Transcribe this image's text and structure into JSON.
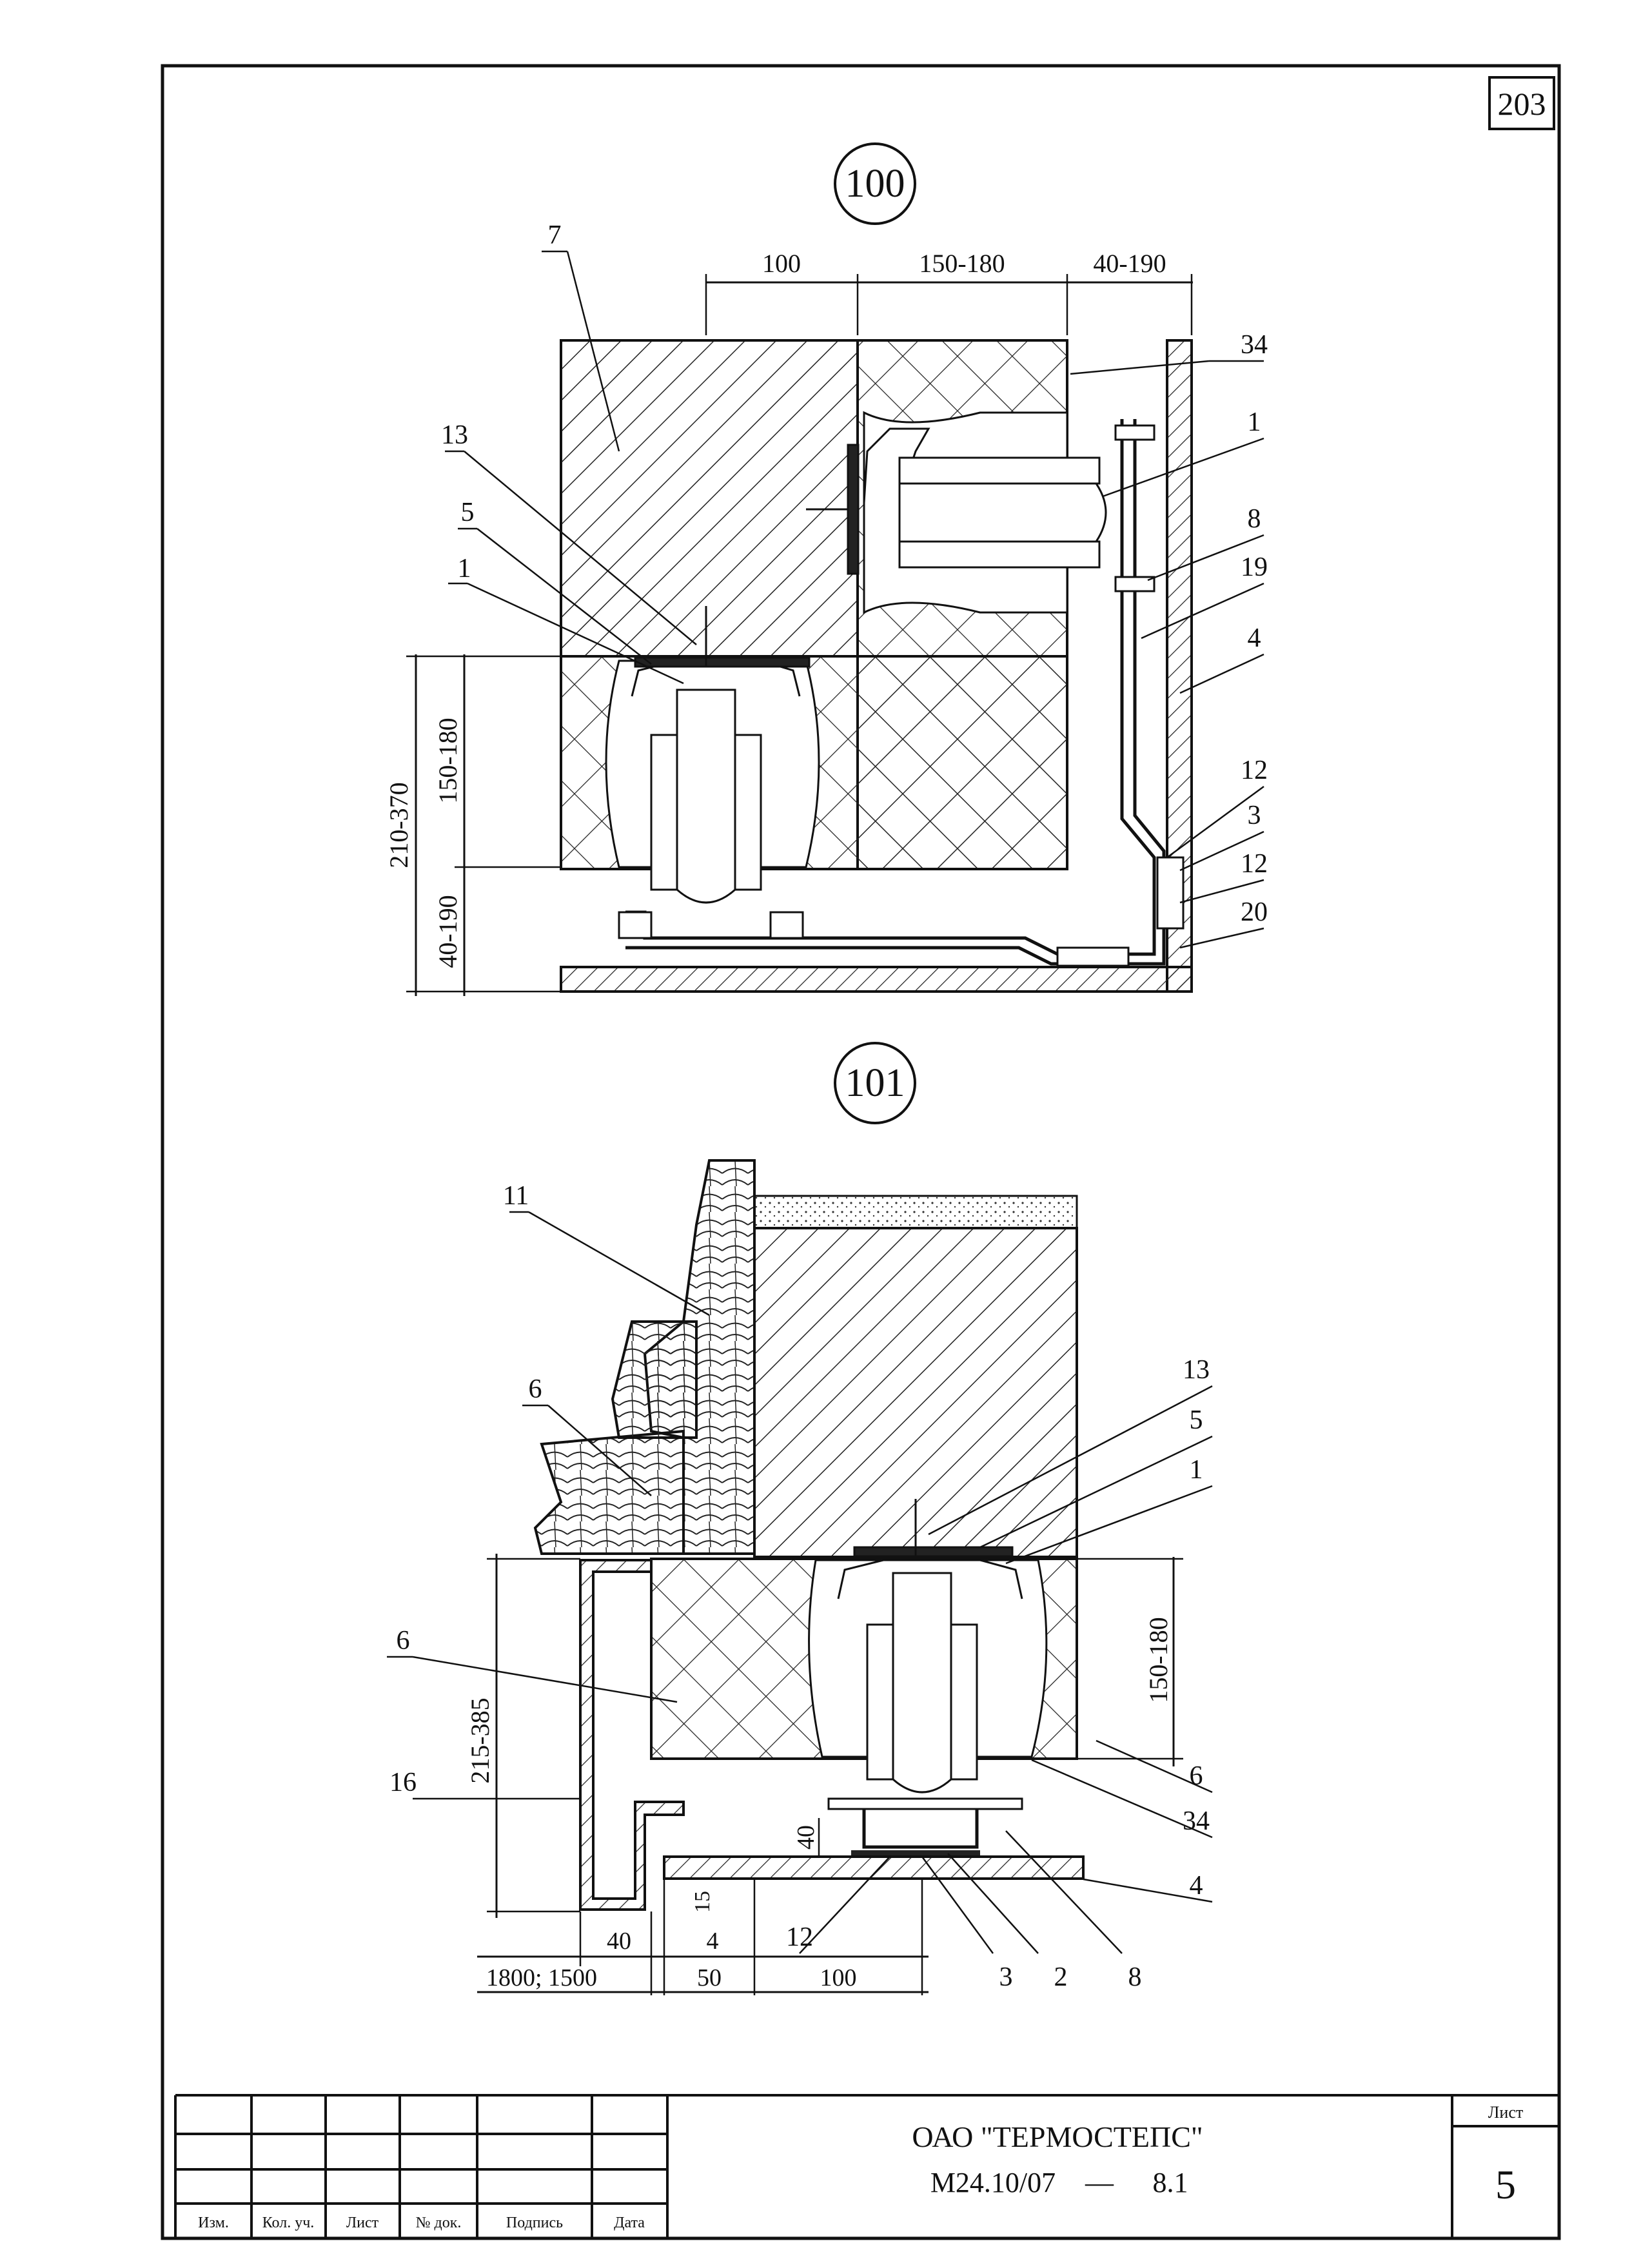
{
  "sheet_number_corner": "203",
  "details": [
    {
      "marker": "100",
      "dims_top": [
        "100",
        "150-180",
        "40-190"
      ],
      "dims_left": [
        "210-370",
        "150-180",
        "40-190"
      ],
      "callouts": [
        "7",
        "34",
        "13",
        "1",
        "5",
        "8",
        "1",
        "19",
        "4",
        "12",
        "3",
        "12",
        "20"
      ]
    },
    {
      "marker": "101",
      "dims_right": [
        "150-180"
      ],
      "dims_left": [
        "215-385",
        "40"
      ],
      "dims_bottom": [
        "40",
        "4",
        "15",
        "1800; 1500",
        "50",
        "100"
      ],
      "callouts": [
        "11",
        "6",
        "13",
        "5",
        "1",
        "6",
        "16",
        "6",
        "34",
        "4",
        "12",
        "3",
        "2",
        "8"
      ]
    }
  ],
  "title_block": {
    "columns": [
      "Изм.",
      "Кол. уч.",
      "Лист",
      "№ док.",
      "Подпись",
      "Дата"
    ],
    "organization": "ОАО \"ТЕРМОСТЕПС\"",
    "document": "М24.10/07",
    "dash": "—",
    "section": "8.1",
    "sheet_label": "Лист",
    "sheet_value": "5"
  }
}
